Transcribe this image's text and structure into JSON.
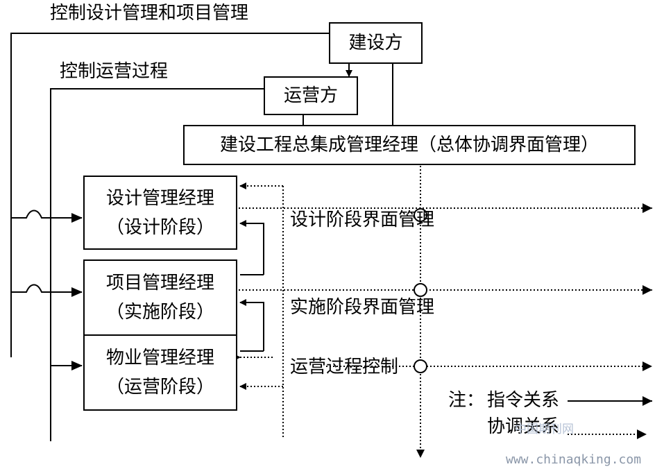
{
  "diagram": {
    "top_label": "控制设计管理和项目管理",
    "second_label": "控制运营过程",
    "builder": "建设方",
    "operator": "运营方",
    "integrator": "建设工程总集成管理经理（总体协调界面管理）",
    "managers": [
      {
        "title": "设计管理经理",
        "phase": "（设计阶段）"
      },
      {
        "title": "项目管理经理",
        "phase": "（实施阶段）"
      },
      {
        "title": "物业管理经理",
        "phase": "（运营阶段）"
      }
    ],
    "interfaces": [
      "设计阶段界面管理",
      "实施阶段界面管理",
      "运营过程控制"
    ],
    "legend": {
      "note": "注：",
      "command": "指令关系",
      "coordination": "协调关系"
    }
  },
  "watermark": {
    "site_cn": "中国期刊网",
    "url": "www.chinaqking.com"
  }
}
